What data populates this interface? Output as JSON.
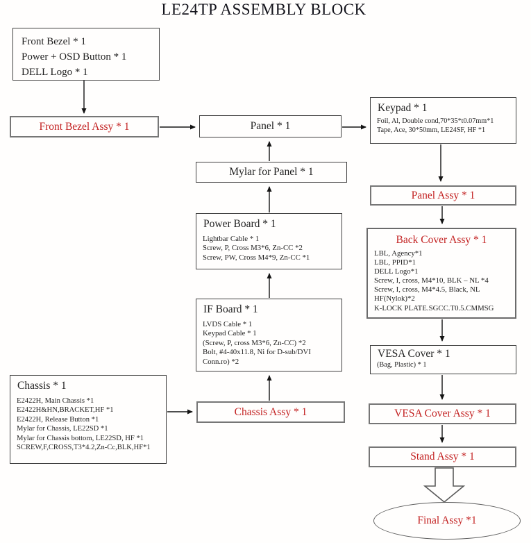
{
  "title": "LE24TP ASSEMBLY BLOCK",
  "colors": {
    "accent_red": "#c32222",
    "text_black": "#1f1f1f",
    "border_gray": "#767676"
  },
  "nodes": {
    "front_bezel_parts": {
      "lines": [
        "Front Bezel * 1",
        "Power + OSD Button * 1",
        "DELL Logo * 1"
      ]
    },
    "front_bezel_assy": {
      "label": "Front Bezel Assy * 1"
    },
    "panel": {
      "label": "Panel * 1"
    },
    "mylar_for_panel": {
      "label": "Mylar for Panel * 1"
    },
    "power_board": {
      "title": "Power Board * 1",
      "details": [
        "Lightbar Cable * 1",
        "Screw, P, Cross M3*6, Zn-CC *2",
        "Screw, PW, Cross M4*9, Zn-CC *1"
      ]
    },
    "if_board": {
      "title": "IF Board * 1",
      "details": [
        "LVDS Cable * 1",
        "Keypad Cable * 1",
        "(Screw, P, cross M3*6, Zn-CC) *2",
        "Bolt, #4-40x11.8, Ni for D-sub/DVI",
        "Conn.ro) *2"
      ]
    },
    "chassis": {
      "title": "Chassis * 1",
      "details": [
        "E2422H, Main Chassis *1",
        "E2422H&HN,BRACKET,HF *1",
        "E2422H, Release Button *1",
        "Mylar for Chassis, LE22SD *1",
        "Mylar for Chassis bottom, LE22SD, HF *1",
        "SCREW,F,CROSS,T3*4.2,Zn-Cc,BLK,HF*1"
      ]
    },
    "chassis_assy": {
      "label": "Chassis Assy * 1"
    },
    "keypad": {
      "title": "Keypad * 1",
      "details": [
        "Foil, Al, Double cond,70*35*t0.07mm*1",
        "Tape, Ace, 30*50mm, LE24SF, HF *1"
      ]
    },
    "panel_assy": {
      "label": "Panel Assy * 1"
    },
    "back_cover_assy": {
      "title": "Back Cover Assy * 1",
      "details": [
        "LBL, Agency*1",
        "LBL, PPID*1",
        "DELL Logo*1",
        "Screw, I, cross, M4*10, BLK – NL *4",
        "Screw, I, cross, M4*4.5, Black, NL",
        "HF(Nylok)*2",
        "K-LOCK PLATE.SGCC.T0.5.CMMSG"
      ]
    },
    "vesa_cover": {
      "title": "VESA Cover * 1",
      "details": [
        "(Bag, Plastic) * 1"
      ]
    },
    "vesa_cover_assy": {
      "label": "VESA Cover Assy * 1"
    },
    "stand_assy": {
      "label": "Stand Assy * 1"
    },
    "final_assy": {
      "label": "Final Assy *1"
    }
  }
}
